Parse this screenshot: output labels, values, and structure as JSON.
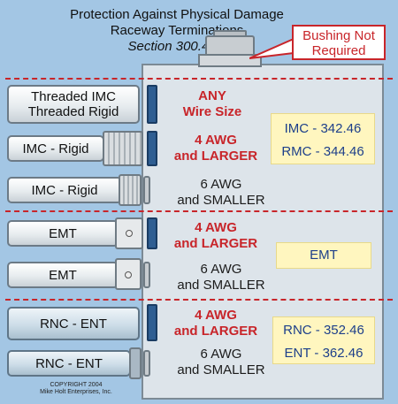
{
  "title": {
    "line1": "Protection Against Physical Damage",
    "line2": "Raceway Terminations",
    "line3": "Section 300.4(F)"
  },
  "callout": {
    "line1": "Bushing Not",
    "line2": "Required"
  },
  "conduits": {
    "threaded_line1": "Threaded IMC",
    "threaded_line2": "Threaded Rigid",
    "imc_rigid_1": "IMC - Rigid",
    "imc_rigid_2": "IMC - Rigid",
    "emt_1": "EMT",
    "emt_2": "EMT",
    "rnc_ent_1": "RNC - ENT",
    "rnc_ent_2": "RNC - ENT"
  },
  "wire_sizes": {
    "any_line1": "ANY",
    "any_line2": "Wire Size",
    "large_line1": "4 AWG",
    "large_line2": "and LARGER",
    "small_line1": "6 AWG",
    "small_line2": "and SMALLER"
  },
  "references": {
    "imc": "IMC - 342.46",
    "rmc": "RMC - 344.46",
    "emt": "EMT",
    "rnc": "RNC - 352.46",
    "ent": "ENT - 362.46"
  },
  "copyright": {
    "line1": "COPYRIGHT 2004",
    "line2": "Mike Holt Enterprises, Inc."
  },
  "colors": {
    "background": "#a3c6e4",
    "accent_red": "#c8252a",
    "reference_blue": "#1d3f8a",
    "locknut_blue": "#2f5e92",
    "note_box": "#fff6bf"
  }
}
